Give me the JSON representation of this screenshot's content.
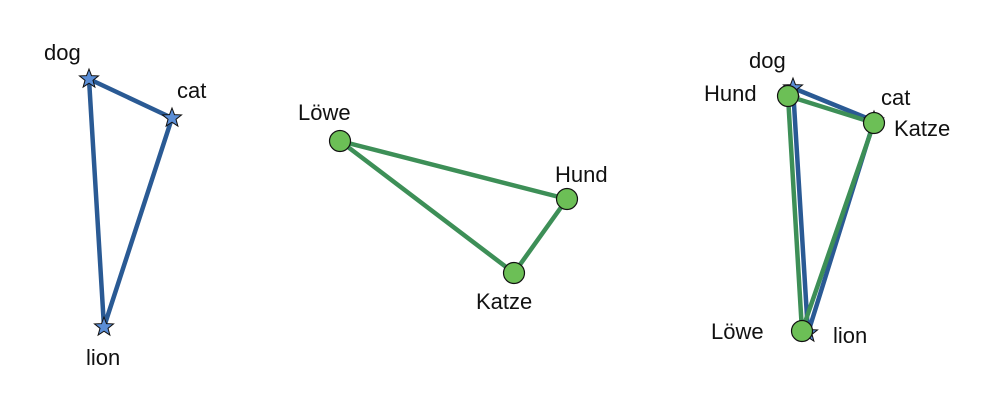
{
  "colors": {
    "english": "#2a5a94",
    "english_marker": "#5b8ed6",
    "german": "#3d8f57",
    "german_marker": "#6cbf56",
    "outline": "#111111"
  },
  "panels": [
    {
      "labels": {
        "dog": "dog",
        "cat": "cat",
        "lion": "lion"
      }
    },
    {
      "labels": {
        "lowe": "Löwe",
        "hund": "Hund",
        "katze": "Katze"
      }
    },
    {
      "labels": {
        "dog": "dog",
        "cat": "cat",
        "lion": "lion",
        "hund": "Hund",
        "katze": "Katze",
        "lowe": "Löwe"
      }
    }
  ]
}
